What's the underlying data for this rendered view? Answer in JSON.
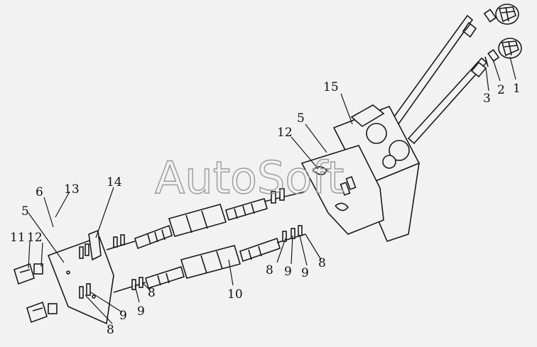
{
  "diagram": {
    "watermark": "AutoSoft",
    "callouts": {
      "c1": "1",
      "c2": "2",
      "c3": "3",
      "c5a": "5",
      "c5b": "5",
      "c6": "6",
      "c8a": "8",
      "c8b": "8",
      "c8c": "8",
      "c8d": "8",
      "c9a": "9",
      "c9b": "9",
      "c9c": "9",
      "c10": "10",
      "c11": "11",
      "c12a": "12",
      "c12b": "12",
      "c13": "13",
      "c14": "14",
      "c15": "15"
    }
  },
  "colors": {
    "ink": "#1a1a1a",
    "paper": "#f2f2f2",
    "watermark": "#9a9a9a"
  }
}
